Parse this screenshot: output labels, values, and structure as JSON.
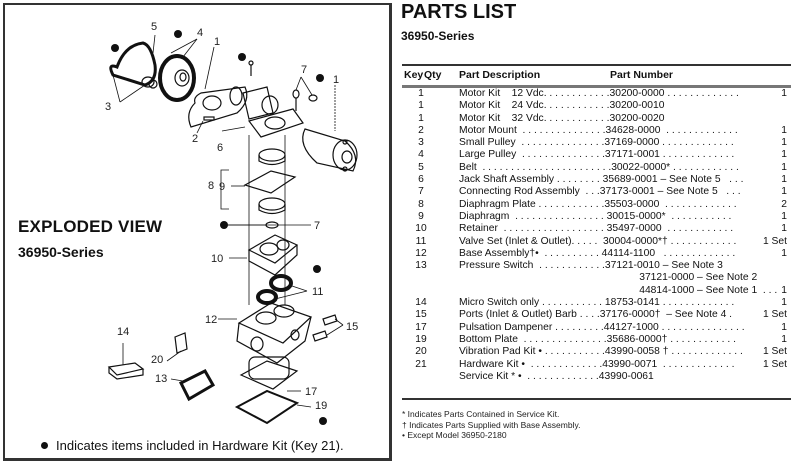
{
  "exploded_view": {
    "title": "EXPLODED VIEW",
    "subtitle": "36950-Series",
    "hardware_note": "Indicates items included in Hardware Kit (Key 21).",
    "callouts": [
      "5",
      "4",
      "1",
      "3",
      "2",
      "6",
      "7",
      "1",
      "8",
      "9",
      "7",
      "10",
      "11",
      "12",
      "14",
      "15",
      "20",
      "13",
      "17",
      "19"
    ]
  },
  "parts_list": {
    "title": "PARTS LIST",
    "subtitle": "36950-Series",
    "headers": {
      "key": "Key",
      "qty": "Qty",
      "description": "Part Description",
      "part_number": "Part Number"
    },
    "rows": [
      {
        "key": "1",
        "text": "Motor Kit    12 Vdc. . . . . . . . . . . .30200-0000 . . . . . . . . . . . . .",
        "qty": "1"
      },
      {
        "key": "1",
        "text": "Motor Kit    24 Vdc. . . . . . . . . . . .30200-0010",
        "qty": ""
      },
      {
        "key": "1",
        "text": "Motor Kit    32 Vdc. . . . . . . . . . . .30200-0020",
        "qty": ""
      },
      {
        "key": "2",
        "text": "Motor Mount  . . . . . . . . . . . . . . .34628-0000  . . . . . . . . . . . . .",
        "qty": "1"
      },
      {
        "key": "3",
        "text": "Small Pulley  . . . . . . . . . . . . . . .37169-0000 . . . . . . . . . . . . .",
        "qty": "1"
      },
      {
        "key": "4",
        "text": "Large Pulley  . . . . . . . . . . . . . . .37171-0001 . . . . . . . . . . . . .",
        "qty": "1"
      },
      {
        "key": "5",
        "text": "Belt  . . . . . . . . . . . . . . . . . . . . . . .30022-0000* . . . . . . . . . . . .",
        "qty": "1"
      },
      {
        "key": "6",
        "text": "Jack Shaft Assembly . . . . . . . . 35689-0001 – See Note 5   . . .",
        "qty": "1"
      },
      {
        "key": "7",
        "text": "Connecting Rod Assembly  . . .37173-0001 – See Note 5   . . .",
        "qty": "1"
      },
      {
        "key": "8",
        "text": "Diaphragm Plate . . . . . . . . . . . .35503-0000  . . . . . . . . . . . . .",
        "qty": "2"
      },
      {
        "key": "9",
        "text": "Diaphragm  . . . . . . . . . . . . . . . . 30015-0000*  . . . . . . . . . . .",
        "qty": "1"
      },
      {
        "key": "10",
        "text": "Retainer  . . . . . . . . . . . . . . . . . . 35497-0000  . . . . . . . . . . . .",
        "qty": "1"
      },
      {
        "key": "11",
        "text": "Valve Set (Inlet & Outlet). . . . .  30004-0000*† . . . . . . . . . . . .",
        "qty": "1 Set"
      },
      {
        "key": "12",
        "text": "Base Assembly†•  . . . . . . . . . . 44114-1100   . . . . . . . . . . . . .",
        "qty": "1"
      },
      {
        "key": "13",
        "text": "Pressure Switch  . . . . . . . . . . . .37121-0010 – See Note 3",
        "qty": ""
      },
      {
        "key": "",
        "text": "                                                               37121-0000 – See Note 2",
        "qty": ""
      },
      {
        "key": "",
        "text": "                                                               44814-1000 – See Note 1  . . .",
        "qty": "1"
      },
      {
        "key": "14",
        "text": "Micro Switch only . . . . . . . . . . . 18753-0141 . . . . . . . . . . . . .",
        "qty": "1"
      },
      {
        "key": "15",
        "text": "Ports (Inlet & Outlet) Barb . . . .37176-0000†  – See Note 4 .",
        "qty": "1 Set"
      },
      {
        "key": "17",
        "text": "Pulsation Dampener . . . . . . . . .44127-1000 . . . . . . . . . . . . . . .",
        "qty": "1"
      },
      {
        "key": "19",
        "text": "Bottom Plate  . . . . . . . . . . . . . . .35686-0000† . . . . . . . . . . . .",
        "qty": "1"
      },
      {
        "key": "20",
        "text": "Vibration Pad Kit • . . . . . . . . . . .43990-0058 † . . . . . . . . . . . . .",
        "qty": "1 Set"
      },
      {
        "key": "21",
        "text": "Hardware Kit •  . . . . . . . . . . . . .43990-0071  . . . . . . . . . . . . .",
        "qty": "1 Set"
      },
      {
        "key": "",
        "text": "Service Kit * •  . . . . . . . . . . . . .43990-0061",
        "qty": ""
      }
    ],
    "footnotes": [
      "*  Indicates Parts Contained in Service Kit.",
      "† Indicates Parts Supplied with Base Assembly.",
      "•  Except Model 36950-2180"
    ]
  }
}
